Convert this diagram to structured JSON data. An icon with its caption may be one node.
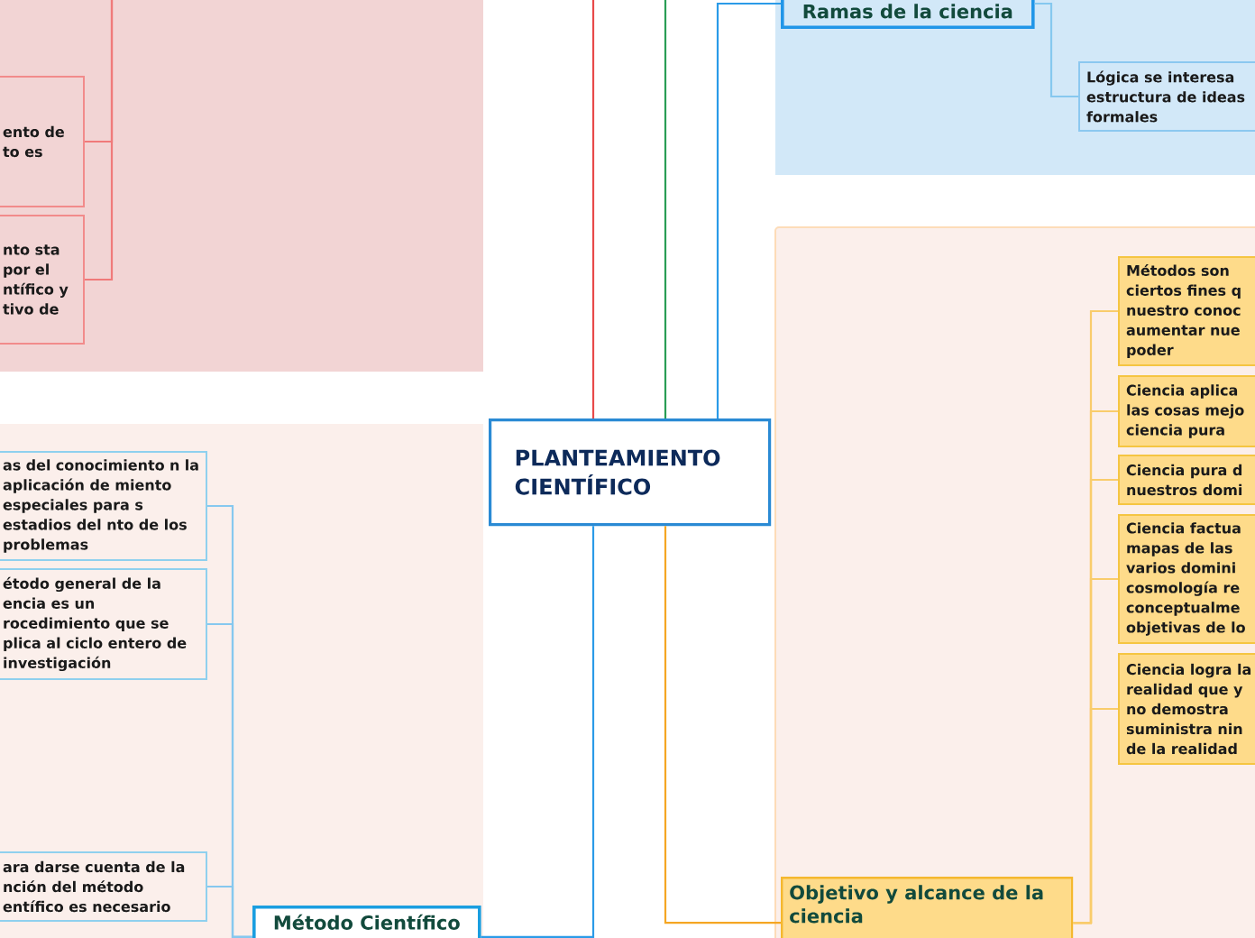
{
  "diagram": {
    "nodes": [
      {
        "text": [
          "PLANTEAMIENTO CIENTÍFICO"
        ]
      },
      {
        "text": [
          "ento de to es"
        ]
      },
      {
        "text": [
          "nto sta por el ntífico y tivo de"
        ]
      },
      {
        "text": [
          "Ramas de la ciencia"
        ]
      },
      {
        "text": [
          "Lógica se interesa estructura de ideas formales"
        ]
      },
      {
        "text": [
          "Métodos son ciertos fines q nuestro conoc aumentar nue poder"
        ]
      },
      {
        "text": [
          "Ciencia aplica las cosas mejo ciencia pura"
        ]
      },
      {
        "text": [
          "Ciencia pura d nuestros domi"
        ]
      },
      {
        "text": [
          "Ciencia factua mapas de las varios domini cosmología re conceptualme objetivas de lo"
        ]
      },
      {
        "text": [
          "Ciencia logra la realidad que y no demostra suministra nin de la realidad"
        ]
      },
      {
        "text": [
          "Objetivo y alcance de la ciencia"
        ]
      },
      {
        "text": [
          "as del conocimiento n la aplicación de miento especiales para s estadios del nto de los problemas"
        ]
      },
      {
        "text": [
          "étodo general de la encia es un rocedimiento que se plica al ciclo entero de investigación"
        ]
      },
      {
        "text": [
          "ara darse cuenta de la nción del método entífico es necesario"
        ]
      },
      {
        "text": [
          "Método Científico"
        ]
      }
    ],
    "edges": [
      {
        "from": 0,
        "to": 3,
        "arrow": "none",
        "color": "#2b9be8"
      },
      {
        "from": 0,
        "to": null,
        "arrow": "none",
        "color": "#e84a4a"
      },
      {
        "from": 0,
        "to": null,
        "arrow": "none",
        "color": "#2a9d55"
      },
      {
        "from": 0,
        "to": 10,
        "arrow": "none",
        "color": "#f5a623"
      },
      {
        "from": 0,
        "to": 14,
        "arrow": "none",
        "color": "#2b9be8"
      },
      {
        "from": 3,
        "to": 4,
        "arrow": "none",
        "color": "#86c8ef"
      },
      {
        "from": null,
        "to": 1,
        "arrow": "none",
        "color": "#f07a7a"
      },
      {
        "from": null,
        "to": 2,
        "arrow": "none",
        "color": "#f07a7a"
      },
      {
        "from": 10,
        "to": 5,
        "arrow": "none"
      },
      {
        "from": 10,
        "to": 6,
        "arrow": "none"
      },
      {
        "from": 10,
        "to": 7,
        "arrow": "none"
      },
      {
        "from": 10,
        "to": 8,
        "arrow": "none"
      },
      {
        "from": 10,
        "to": 9,
        "arrow": "none"
      },
      {
        "from": 14,
        "to": 11,
        "arrow": "none",
        "color": "#86c8ef"
      },
      {
        "from": 14,
        "to": 12,
        "arrow": "none",
        "color": "#86c8ef"
      },
      {
        "from": 14,
        "to": 13,
        "arrow": "none",
        "color": "#86c8ef"
      }
    ]
  }
}
